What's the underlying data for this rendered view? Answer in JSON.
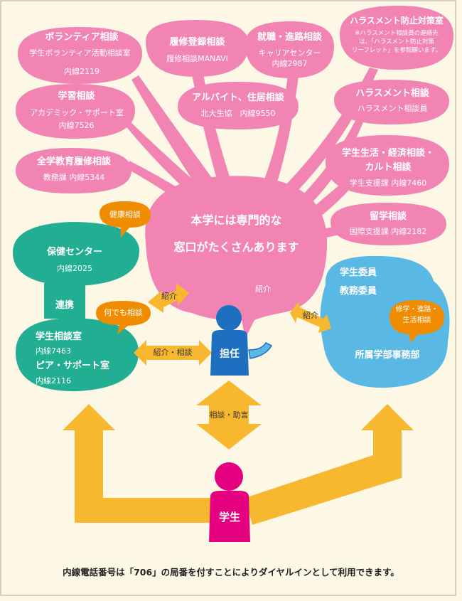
{
  "colors": {
    "pink": "#F184B3",
    "green": "#22AE93",
    "blue": "#5AB8E5",
    "orange": "#F08C00",
    "yellow_arrow": "#F7B82F",
    "teacher_blue": "#1E6FC0",
    "student_magenta": "#E4007F",
    "background": "#FDF7E6"
  },
  "center": {
    "line1": "本学には専門的な",
    "line2": "窓口がたくさんあります",
    "intro": "紹介"
  },
  "pink_bubbles": {
    "volunteer": {
      "title": "ボランティア相談",
      "office": "学生ボランティア活動相談室",
      "ext": "内線2119"
    },
    "registration": {
      "title": "履修登録相談",
      "office": "履修相談MANAVI"
    },
    "career": {
      "title": "就職・進路相談",
      "office": "キャリアセンター",
      "ext": "内線2987"
    },
    "harassment_prevention": {
      "title": "ハラスメント防止対策室",
      "note1": "※ハラスメント相談員の連絡先",
      "note2": "は、「ハラスメント防止対策",
      "note3": "リーフレット」を参照願います。"
    },
    "study": {
      "title": "学習相談",
      "office": "アカデミック・サポート室",
      "ext": "内線7526"
    },
    "parttime": {
      "title": "アルバイト、住居相談",
      "office": "北大生協　内線9550"
    },
    "harassment": {
      "title": "ハラスメント相談",
      "office": "ハラスメント相談員"
    },
    "general_ed": {
      "title": "全学教育履修相談",
      "office": "教務課 内線5344"
    },
    "student_life": {
      "title1": "学生生活・経済相談・",
      "title2": "カルト相談",
      "office": "学生支援課 内線7460"
    },
    "study_abroad": {
      "title": "留学相談",
      "office": "国際支援課 内線2182"
    }
  },
  "health": {
    "tag": "健康相談",
    "title": "保健センター",
    "ext": "内線2025"
  },
  "link": "連携",
  "counseling": {
    "title": "学生相談室",
    "ext1": "内線7463",
    "peer": "ピア・サポート室",
    "ext2": "内線2116"
  },
  "anything": "何でも相談",
  "arrows": {
    "intro_left": "紹介",
    "intro_consult": "紹介・相談",
    "intro_right": "紹介",
    "advice": "相談・助言"
  },
  "teacher": "担任",
  "student": "学生",
  "faculty": {
    "committee": "学生委員",
    "academic": "教務委員",
    "tag1": "修学・進路・",
    "tag2": "生活相談",
    "office": "所属学部事務部"
  },
  "footer_note": "内線電話番号は「706」の局番を付すことによりダイヤルインとして利用できます。"
}
